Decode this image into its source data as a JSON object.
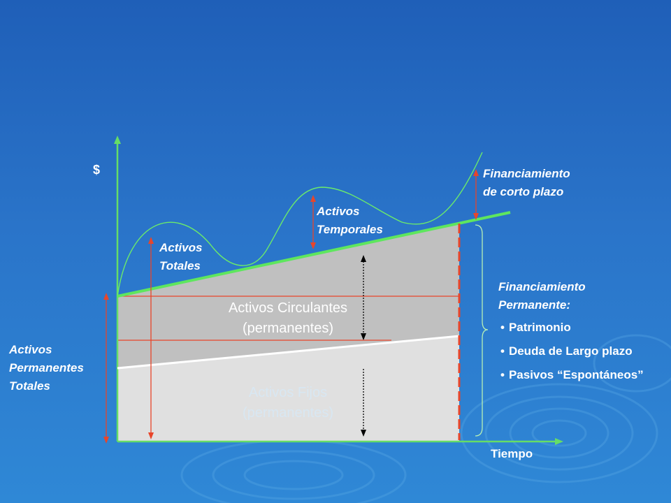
{
  "diagram": {
    "y_axis_label": "$",
    "x_axis_label": "Tiempo",
    "labels": {
      "activos_totales": [
        "Activos",
        "Totales"
      ],
      "activos_temporales": [
        "Activos",
        "Temporales"
      ],
      "financiamiento_corto": [
        "Financiamiento",
        "de corto plazo"
      ],
      "financiamiento_permanente": [
        "Financiamiento",
        "Permanente:"
      ],
      "activos_permanentes_totales": [
        "Activos",
        "Permanentes",
        "Totales"
      ],
      "activos_circulantes": [
        "Activos Circulantes",
        "(permanentes)"
      ],
      "activos_fijos": [
        "Activos Fijos",
        "(permanentes)"
      ]
    },
    "financiamiento_permanente_items": [
      "Patrimonio",
      "Deuda de Largo plazo",
      "Pasivos “Espontáneos”"
    ],
    "bullet_char": "•"
  },
  "colors": {
    "total_assets_line": "#5ee65e",
    "fixed_assets_line": "#ffffff",
    "arrow_red": "#e8452a",
    "circulantes_fill": "#c0c0c0",
    "fijos_fill": "#e0e0e0",
    "axes": "#66dd66",
    "fijos_text": "#d8e7f2"
  }
}
